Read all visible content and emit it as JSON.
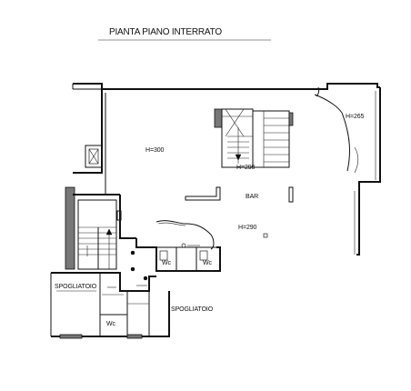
{
  "title": "PIANTA PIANO INTERRATO",
  "rooms": [
    {
      "label": "H=300"
    },
    {
      "label": "H=290"
    },
    {
      "label": "BAR"
    },
    {
      "label": "H=290"
    },
    {
      "label": "H=265"
    },
    {
      "label": "Wc"
    },
    {
      "label": "Wc"
    },
    {
      "label": "SPOGLIATOIO"
    },
    {
      "label": "SPOGLIATOIO"
    },
    {
      "label": "Wc"
    }
  ]
}
